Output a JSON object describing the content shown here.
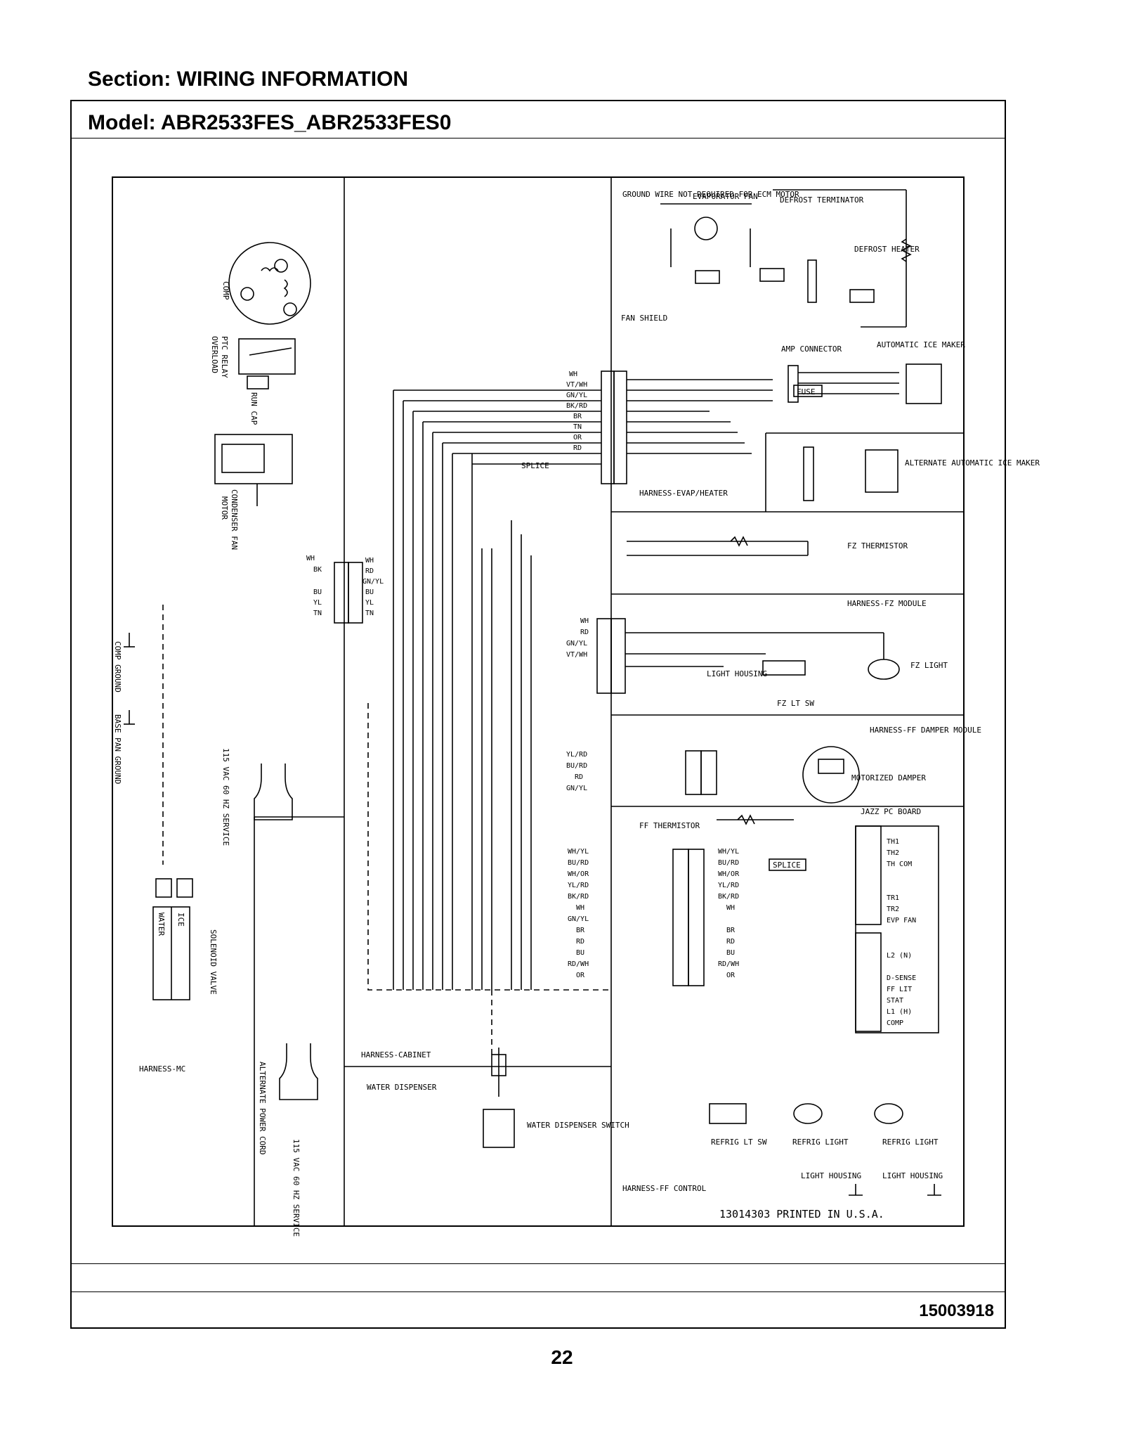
{
  "header": {
    "section": "Section:  WIRING INFORMATION",
    "model": "Model:  ABR2533FES_ABR2533FES0"
  },
  "footer": {
    "doc_number": "15003918",
    "page_number": "22",
    "printed": "13014303 PRINTED IN U.S.A."
  },
  "harness_labels": {
    "mc": "HARNESS-MC",
    "cabinet": "HARNESS-CABINET",
    "evap_heater": "HARNESS-EVAP/HEATER",
    "fz_module": "HARNESS-FZ MODULE",
    "ff_damper": "HARNESS-FF DAMPER MODULE",
    "ff_control": "HARNESS-FF CONTROL",
    "water_dispenser": "WATER DISPENSER"
  },
  "components": {
    "comp": "COMP",
    "overload": "OVERLOAD",
    "ptc_relay": "PTC RELAY",
    "run_cap": "RUN CAP",
    "condenser_fan": "CONDENSER FAN",
    "motor": "MOTOR",
    "comp_ground": "COMP GROUND",
    "base_pan_ground": "BASE PAN GROUND",
    "service_cord": "115 VAC 60 HZ SERVICE",
    "alt_cord": "ALTERNATE POWER CORD",
    "solenoid": "SOLENOID VALVE",
    "water": "WATER",
    "ice": "ICE",
    "ground_note": "GROUND WIRE NOT REQUIRED FOR ECM MOTOR",
    "evap_fan": "EVAPORATOR FAN",
    "defrost_term": "DEFROST TERMINATOR",
    "defrost_heater": "DEFROST HEATER",
    "fan_shield": "FAN SHIELD",
    "amp_connector": "AMP CONNECTOR",
    "auto_ice": "AUTOMATIC ICE MAKER",
    "alt_ice": "ALTERNATE AUTOMATIC ICE MAKER",
    "fuse": "FUSE",
    "splice": "SPLICE",
    "fz_thermistor": "FZ THERMISTOR",
    "fz_light": "FZ LIGHT",
    "light_housing": "LIGHT HOUSING",
    "fz_lt_sw": "FZ LT SW",
    "motorized_damper": "MOTORIZED DAMPER",
    "ff_thermistor": "FF THERMISTOR",
    "jazz_pc": "JAZZ PC BOARD",
    "refrig_light": "REFRIG LIGHT",
    "refrig_lt_sw": "REFRIG LT SW",
    "dispenser_switch": "WATER DISPENSER SWITCH"
  },
  "wire_codes": {
    "evap_harness": [
      "WH",
      "VT/WH",
      "GN/YL",
      "BK/RD",
      "BR",
      "TN",
      "OR",
      "RD"
    ],
    "mc_left": [
      "WH",
      "BK",
      "",
      "BU",
      "YL",
      "TN"
    ],
    "mc_right": [
      "WH",
      "RD",
      "GN/YL",
      "BU",
      "YL",
      "TN"
    ],
    "fz_module": [
      "WH",
      "RD",
      "GN/YL",
      "VT/WH"
    ],
    "damper": [
      "YL/RD",
      "BU/RD",
      "RD",
      "GN/YL"
    ],
    "ff_control_left": [
      "WH/YL",
      "BU/RD",
      "WH/OR",
      "YL/RD",
      "BK/RD",
      "WH",
      "GN/YL",
      "BR",
      "RD",
      "BU",
      "RD/WH",
      "OR"
    ],
    "ff_control_right": [
      "WH/YL",
      "BU/RD",
      "WH/OR",
      "YL/RD",
      "BK/RD",
      "WH",
      "",
      "BR",
      "RD",
      "BU",
      "RD/WH",
      "OR"
    ],
    "jazz_j2": [
      "TH1",
      "TH2",
      "TH COM",
      "",
      "TR1",
      "TR2",
      "EVP FAN"
    ],
    "jazz_j1": [
      "L2 (N)",
      "",
      "D-SENSE",
      "FF LIT",
      "STAT",
      "L1 (H)",
      "COMP"
    ]
  }
}
